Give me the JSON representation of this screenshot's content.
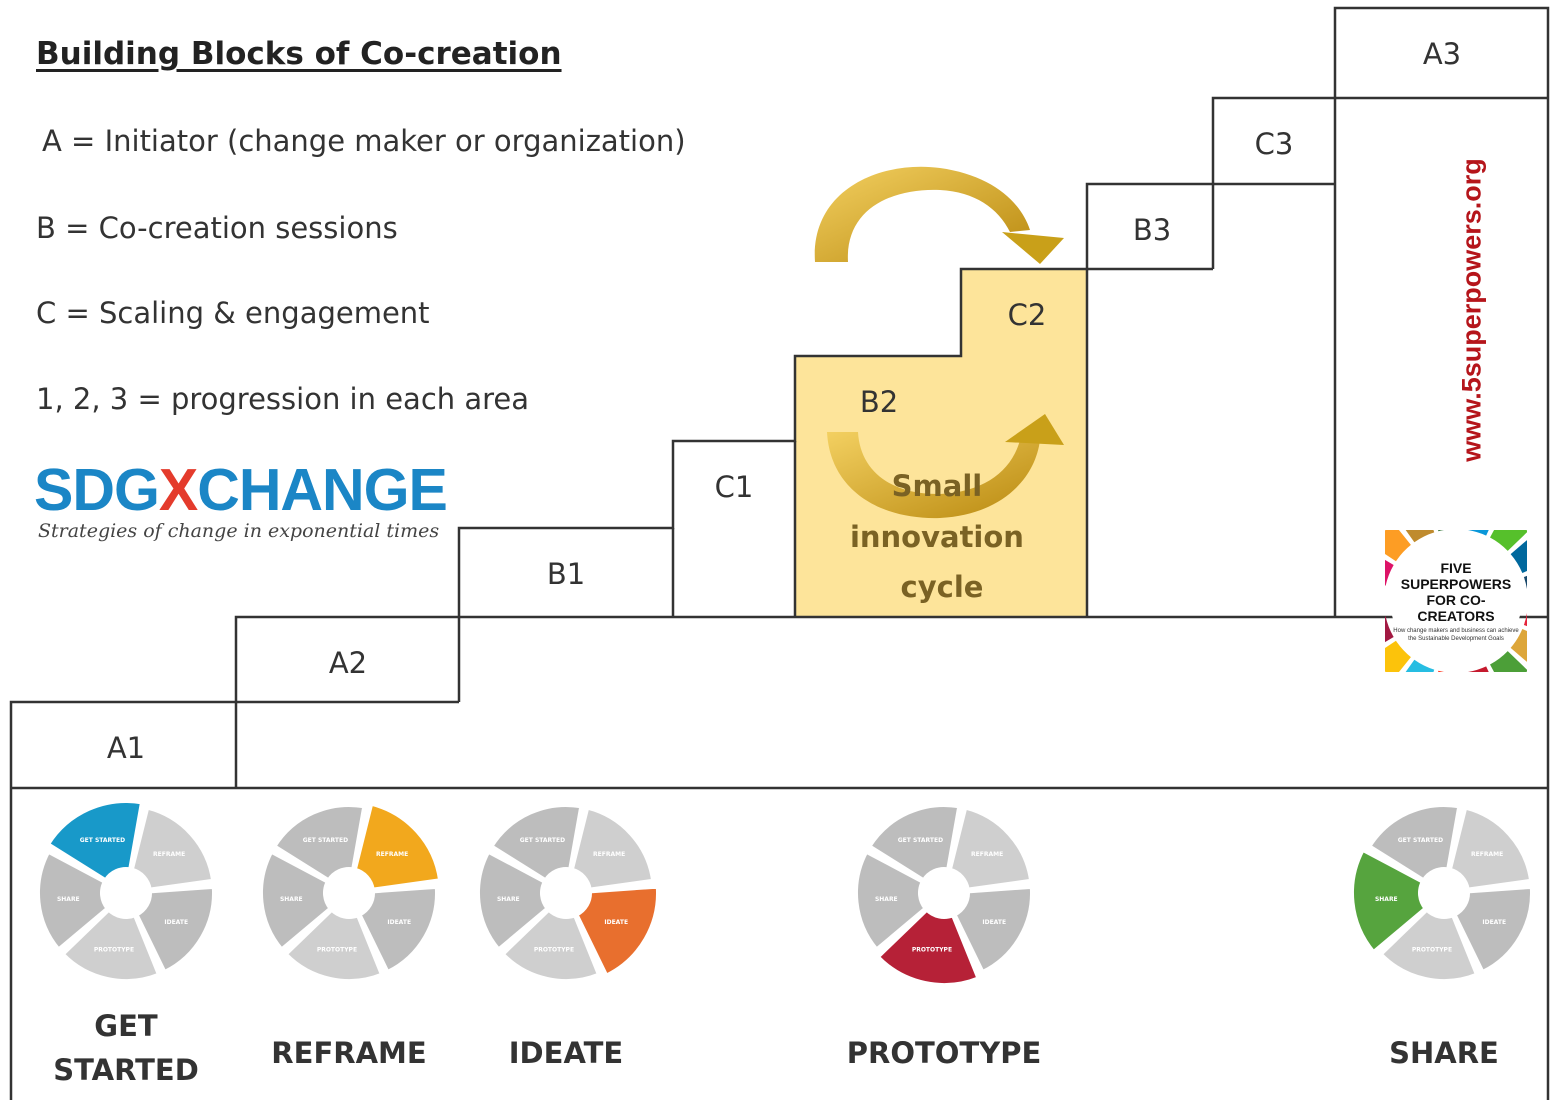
{
  "title": "Building Blocks of Co-creation",
  "legend": [
    "A = Initiator (change maker or organization)",
    "B = Co-creation sessions",
    "C = Scaling & engagement",
    "1, 2, 3 = progression in each area"
  ],
  "brand": {
    "name_part1": "SDG",
    "name_x": "X",
    "name_part2": "CHANGE",
    "tagline": "Strategies of change in exponential times"
  },
  "website": "www.5superpowers.org",
  "book": {
    "title": "FIVE SUPERPOWERS FOR CO-CREATORS",
    "subtitle": "How change makers and business can achieve the Sustainable Development Goals"
  },
  "steps": [
    "A1",
    "A2",
    "B1",
    "C1",
    "B2",
    "C2",
    "B3",
    "C3",
    "A3"
  ],
  "innovation_cycle": "Small innovation cycle",
  "phases": [
    {
      "label": "GET\nSTARTED",
      "color": "#1899c9",
      "segment": "GET STARTED"
    },
    {
      "label": "REFRAME",
      "color": "#f2a81d",
      "segment": "REFRAME"
    },
    {
      "label": "IDEATE",
      "color": "#e86f2e",
      "segment": "IDEATE"
    },
    {
      "label": "PROTOTYPE",
      "color": "#b62137",
      "segment": "PROTOTYPE"
    },
    {
      "label": "SHARE",
      "color": "#56a43e",
      "segment": "SHARE"
    }
  ],
  "wheel_segments": [
    "GET STARTED",
    "REFRAME",
    "IDEATE",
    "PROTOTYPE",
    "SHARE"
  ],
  "colors": {
    "highlight_fill": "#fde49a",
    "arrow": "#c9a019",
    "segment_grey": "#c4c4c4",
    "brand_blue": "#1b86c6",
    "brand_red": "#e43b2c",
    "url_red": "#b5151b"
  }
}
